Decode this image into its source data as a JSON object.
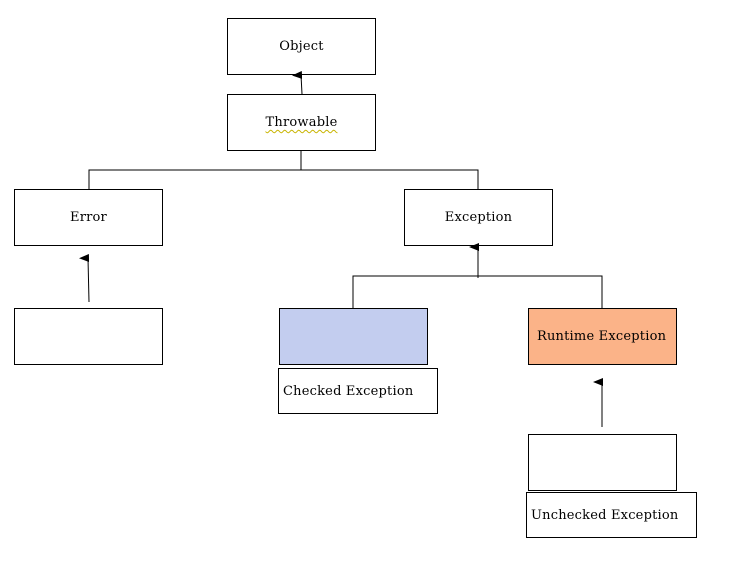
{
  "nodes": {
    "object": {
      "label": "Object"
    },
    "throwable": {
      "label": "Throwable"
    },
    "error": {
      "label": "Error"
    },
    "exception": {
      "label": "Exception"
    },
    "error_child": {
      "label": ""
    },
    "checked_box": {
      "label": "",
      "fill": "#c3cdef"
    },
    "checked_label": {
      "label": "Checked Exception"
    },
    "runtime": {
      "label": "Runtime Exception",
      "fill": "#fbb388"
    },
    "unchecked_box": {
      "label": ""
    },
    "unchecked_label": {
      "label": "Unchecked Exception"
    }
  }
}
